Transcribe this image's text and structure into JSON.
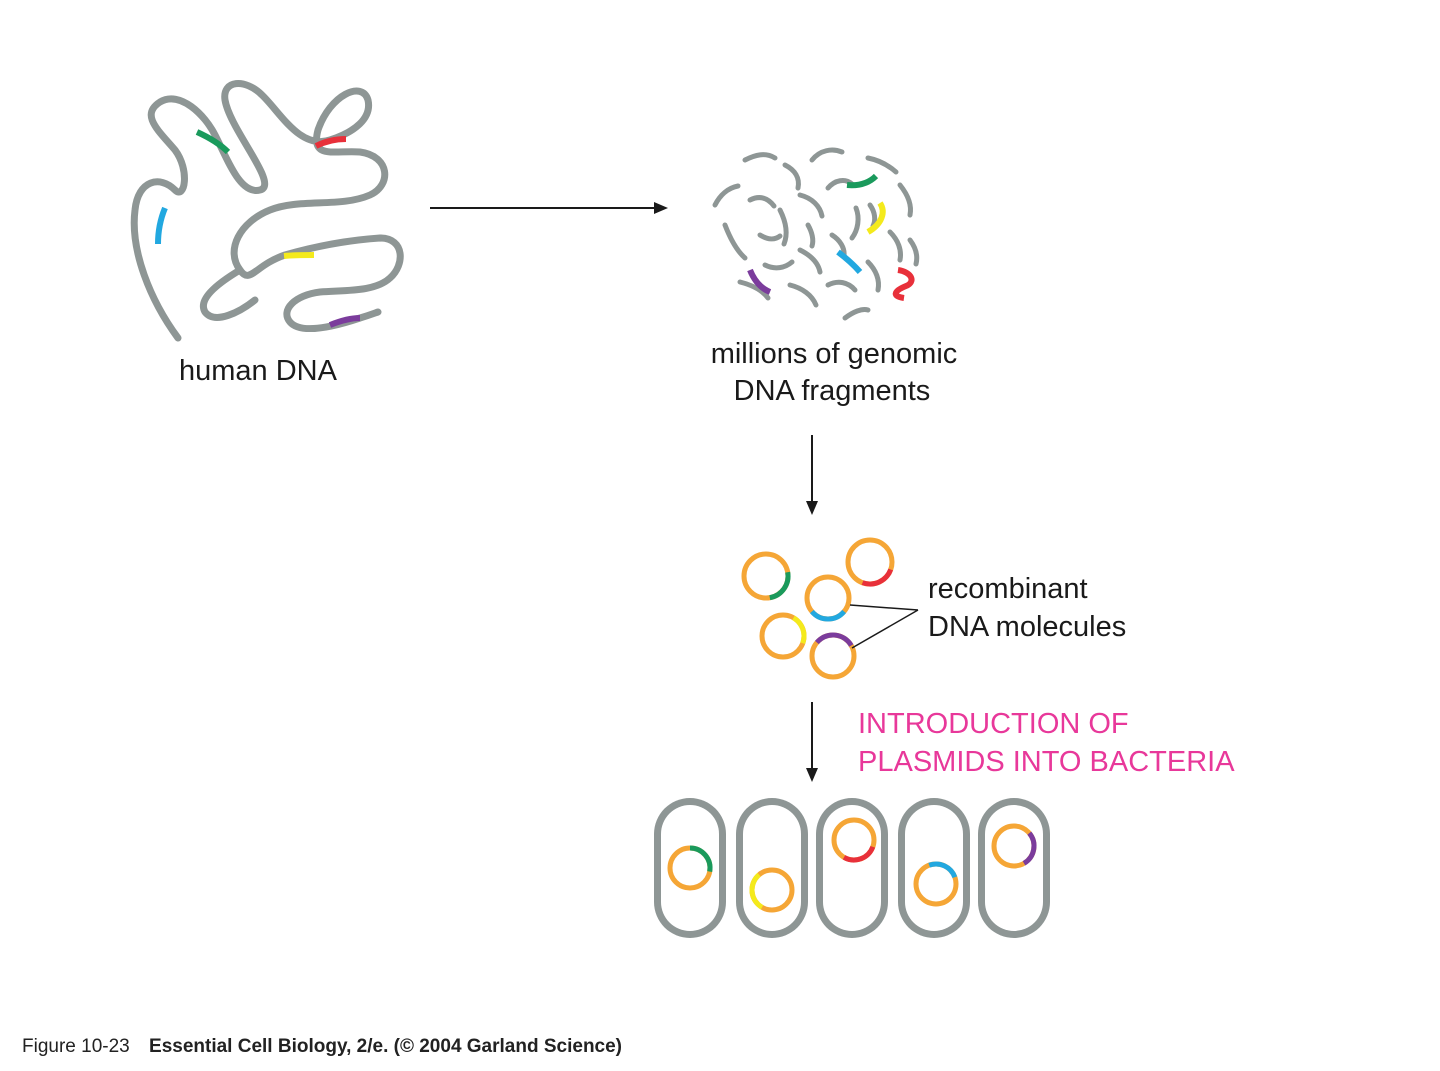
{
  "colors": {
    "strand": "#8e9695",
    "plasmid": "#f5a636",
    "genes": {
      "green": "#1a9a5c",
      "red": "#e8303a",
      "blue": "#22a8e0",
      "yellow": "#f4ea1c",
      "purple": "#7b3c9c"
    },
    "step_label": "#e8389a"
  },
  "labels": {
    "human_dna": "human DNA",
    "fragments_line1": "millions of genomic",
    "fragments_line2": "DNA fragments",
    "recombinant_line1": "recombinant",
    "recombinant_line2": "DNA molecules",
    "step_line1": "INTRODUCTION OF",
    "step_line2": "PLASMIDS INTO BACTERIA"
  },
  "caption": {
    "figure": "Figure 10-23",
    "source": "Essential Cell Biology, 2/e. (© 2004 Garland Science)"
  },
  "icons": [
    "arrow-right-icon",
    "arrow-down-icon"
  ],
  "recombinant_plasmids": [
    {
      "gene": "green"
    },
    {
      "gene": "red"
    },
    {
      "gene": "blue"
    },
    {
      "gene": "yellow"
    },
    {
      "gene": "purple"
    }
  ],
  "bacteria": [
    {
      "gene": "green"
    },
    {
      "gene": "yellow"
    },
    {
      "gene": "red"
    },
    {
      "gene": "blue"
    },
    {
      "gene": "purple"
    }
  ]
}
